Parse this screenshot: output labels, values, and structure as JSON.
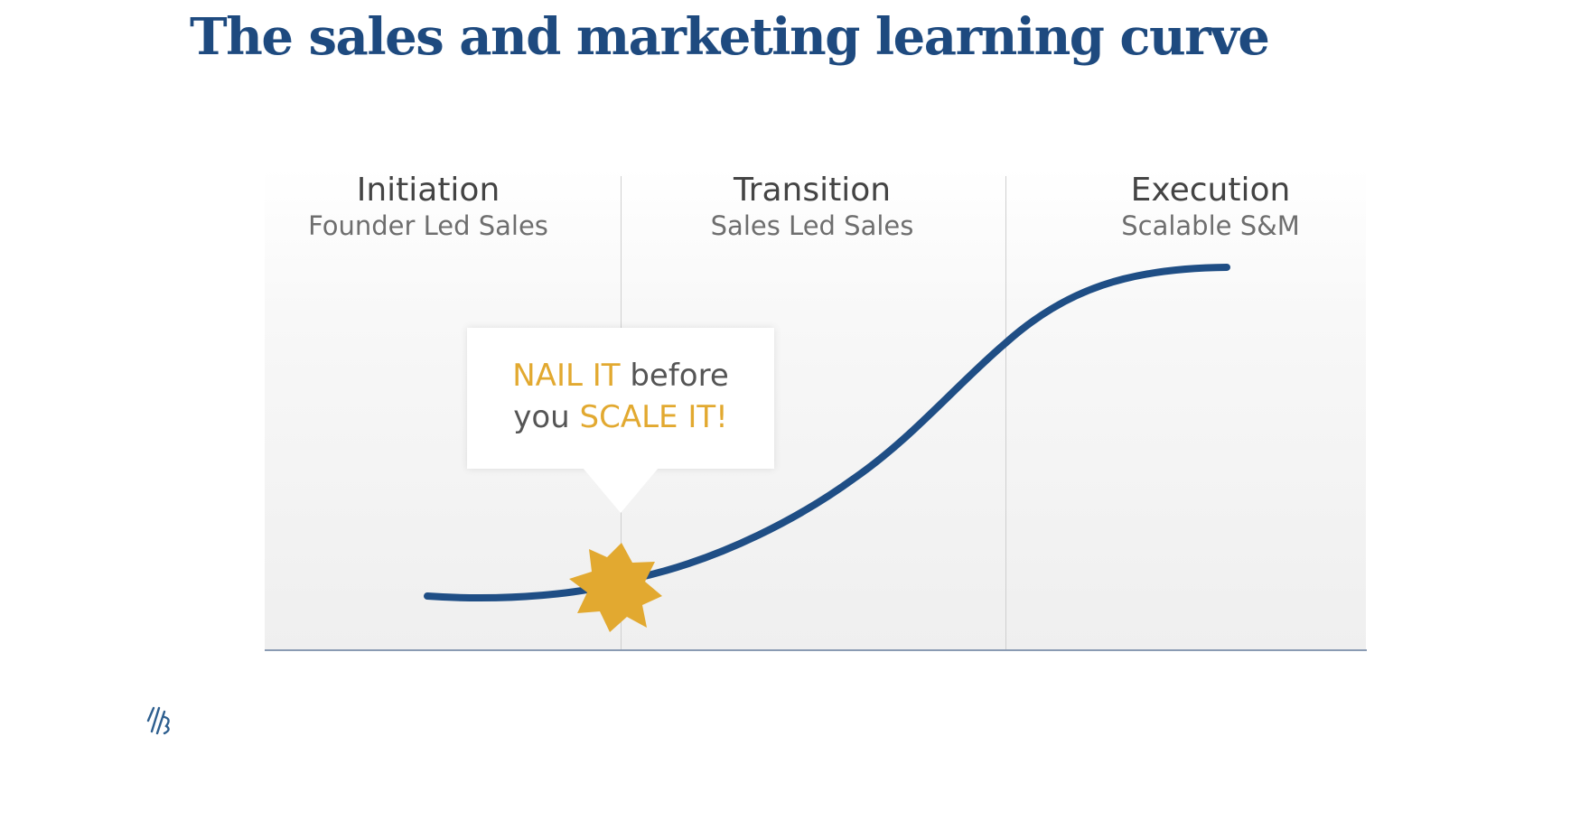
{
  "title": "The sales and marketing learning curve",
  "phases": [
    {
      "title": "Initiation",
      "subtitle": "Founder Led Sales"
    },
    {
      "title": "Transition",
      "subtitle": "Sales Led Sales"
    },
    {
      "title": "Execution",
      "subtitle": "Scalable S&M"
    }
  ],
  "callout": {
    "accent_1": "NAIL IT",
    "text_1": "before",
    "text_2": "you",
    "accent_2": "SCALE IT!"
  },
  "colors": {
    "title": "#1e4a7f",
    "curve": "#1f4e85",
    "accent": "#e2a930",
    "baseline": "#8a9bb3"
  },
  "icons": {
    "milestone": "star-burst-icon",
    "logo": "brand-logo-icon"
  },
  "footer": {
    "text": ""
  }
}
